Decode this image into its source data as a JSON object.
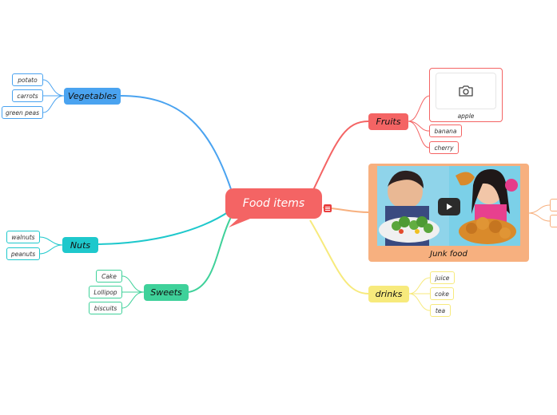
{
  "root": {
    "label": "Food items"
  },
  "branches": {
    "vegetables": {
      "label": "Vegetables",
      "items": [
        "potato",
        "carrots",
        "green peas"
      ]
    },
    "nuts": {
      "label": "Nuts",
      "items": [
        "walnuts",
        "peanuts"
      ]
    },
    "sweets": {
      "label": "Sweets",
      "items": [
        "Cake",
        "Lollipop",
        "biscuits"
      ]
    },
    "fruits": {
      "label": "Fruits",
      "image_label": "apple",
      "items": [
        "banana",
        "cherry"
      ]
    },
    "junk_food": {
      "label": "Junk food"
    },
    "drinks": {
      "label": "drinks",
      "items": [
        "juice",
        "coke",
        "tea"
      ]
    }
  },
  "colors": {
    "vegetables": "#4aa3f0",
    "nuts": "#1ec8cc",
    "sweets": "#3fd19a",
    "fruits": "#f46464",
    "junk_food": "#f7b07f",
    "drinks": "#f7ea7c"
  }
}
